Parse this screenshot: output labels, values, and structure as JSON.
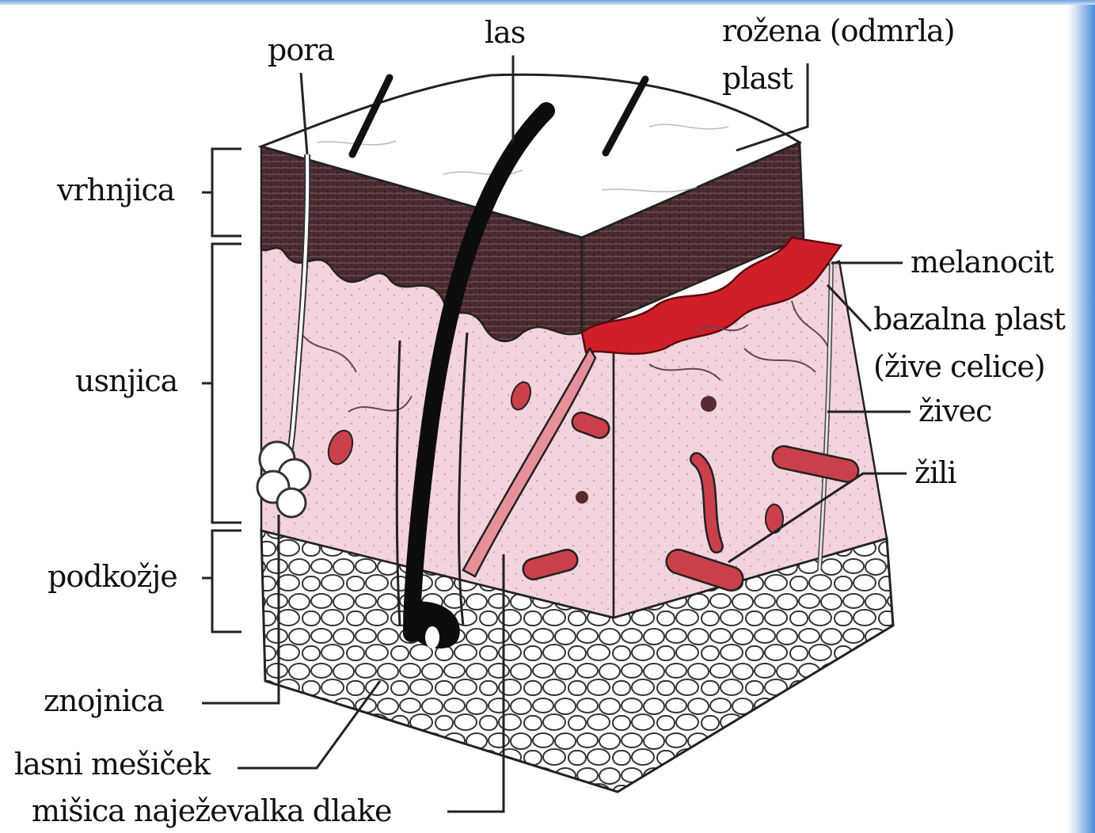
{
  "labels": {
    "pora": "pora",
    "las": "las",
    "rozena_line1": "rožena (odmrla)",
    "rozena_line2": "plast",
    "vrhnjica": "vrhnjica",
    "usnjica": "usnjica",
    "podkozje": "podkožje",
    "znojnica": "znojnica",
    "lasni_mesicek": "lasni mešiček",
    "misica": "mišica naježevalka dlake",
    "melanocit": "melanocit",
    "bazalna_line1": "bazalna plast",
    "bazalna_line2": "(žive celice)",
    "zivec": "živec",
    "zili": "žili"
  },
  "colors": {
    "epidermis": "#4a2b2e",
    "dermis": "#f3d3dc",
    "basal_layer": "#d11f2a",
    "vessel": "#c9404a",
    "fat": "#ffffff",
    "hair": "#0d0d0d",
    "accent_edge": "#4a8ad8"
  }
}
